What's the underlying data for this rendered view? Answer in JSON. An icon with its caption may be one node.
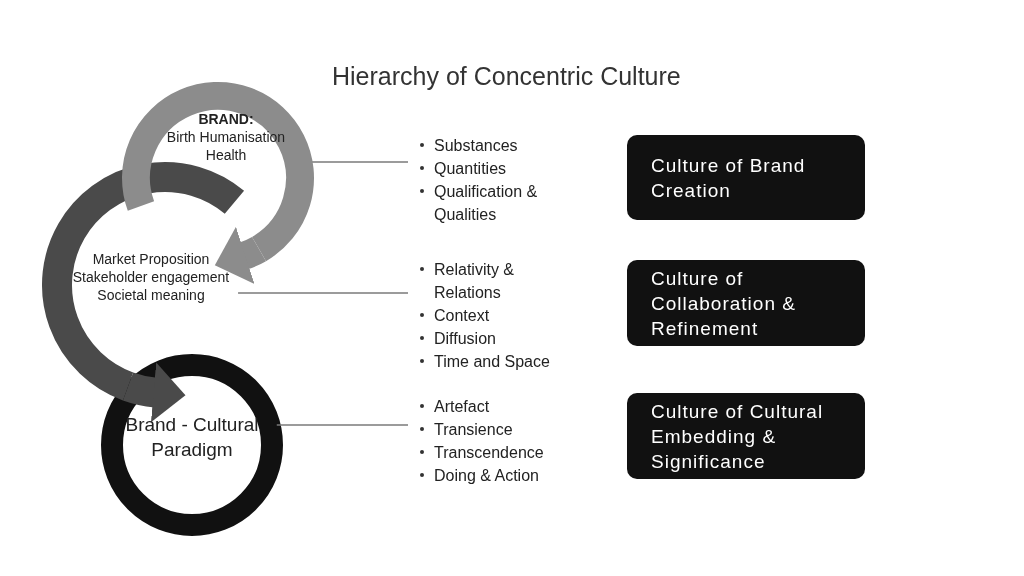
{
  "diagram": {
    "title": "Hierarchy of Concentric Culture",
    "nodes": [
      {
        "text": [
          "BRAND:",
          "Birth Humanisation Health"
        ]
      },
      {
        "text": [
          "Market Proposition Stakeholder engagement Societal meaning"
        ]
      },
      {
        "text": [
          "Brand - Cultural Paradigm"
        ]
      },
      {
        "text": [
          "Substances",
          "Quantities",
          "Qualification & Qualities"
        ]
      },
      {
        "text": [
          "Relativity & Relations",
          "Context",
          "Diffusion",
          "Time and Space"
        ]
      },
      {
        "text": [
          "Artefact",
          "Transience",
          "Transcendence",
          "Doing & Action"
        ]
      },
      {
        "text": [
          "Culture of Brand Creation"
        ]
      },
      {
        "text": [
          "Culture of Collaboration & Refinement"
        ]
      },
      {
        "text": [
          "Culture of Cultural Embedding & Significance"
        ]
      }
    ],
    "edges": [
      {
        "from": 0,
        "to": 3,
        "arrow": "none"
      },
      {
        "from": 1,
        "to": 4,
        "arrow": "none"
      },
      {
        "from": 2,
        "to": 5,
        "arrow": "none"
      },
      {
        "from": 0,
        "to": 1,
        "arrow": "to",
        "style": "thick",
        "color": "#8c8c8c"
      },
      {
        "from": 1,
        "to": 2,
        "arrow": "to",
        "style": "thick",
        "color": "#4a4a4a"
      }
    ]
  }
}
